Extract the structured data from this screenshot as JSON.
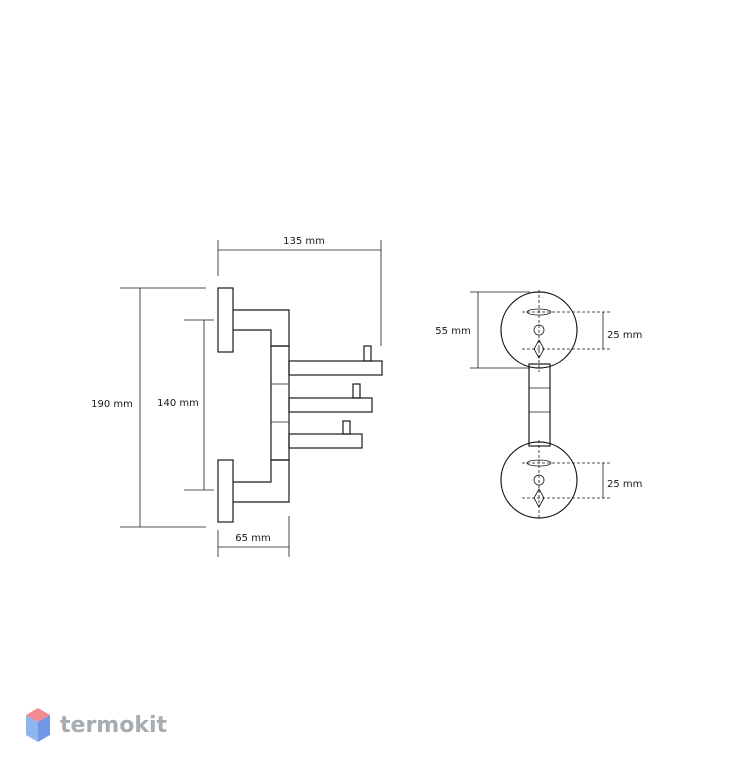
{
  "dimensions": {
    "width_top": "135 mm",
    "height_total": "190 mm",
    "height_inner": "140 mm",
    "depth": "65 mm",
    "plate_diameter": "55 mm",
    "hole_spacing_top": "25 mm",
    "hole_spacing_bottom": "25 mm"
  },
  "brand": {
    "name": "termokit",
    "colors": {
      "top": "#f08a8e",
      "left": "#8fb5ee",
      "right": "#6f98e6",
      "text": "#a7abb2"
    }
  }
}
